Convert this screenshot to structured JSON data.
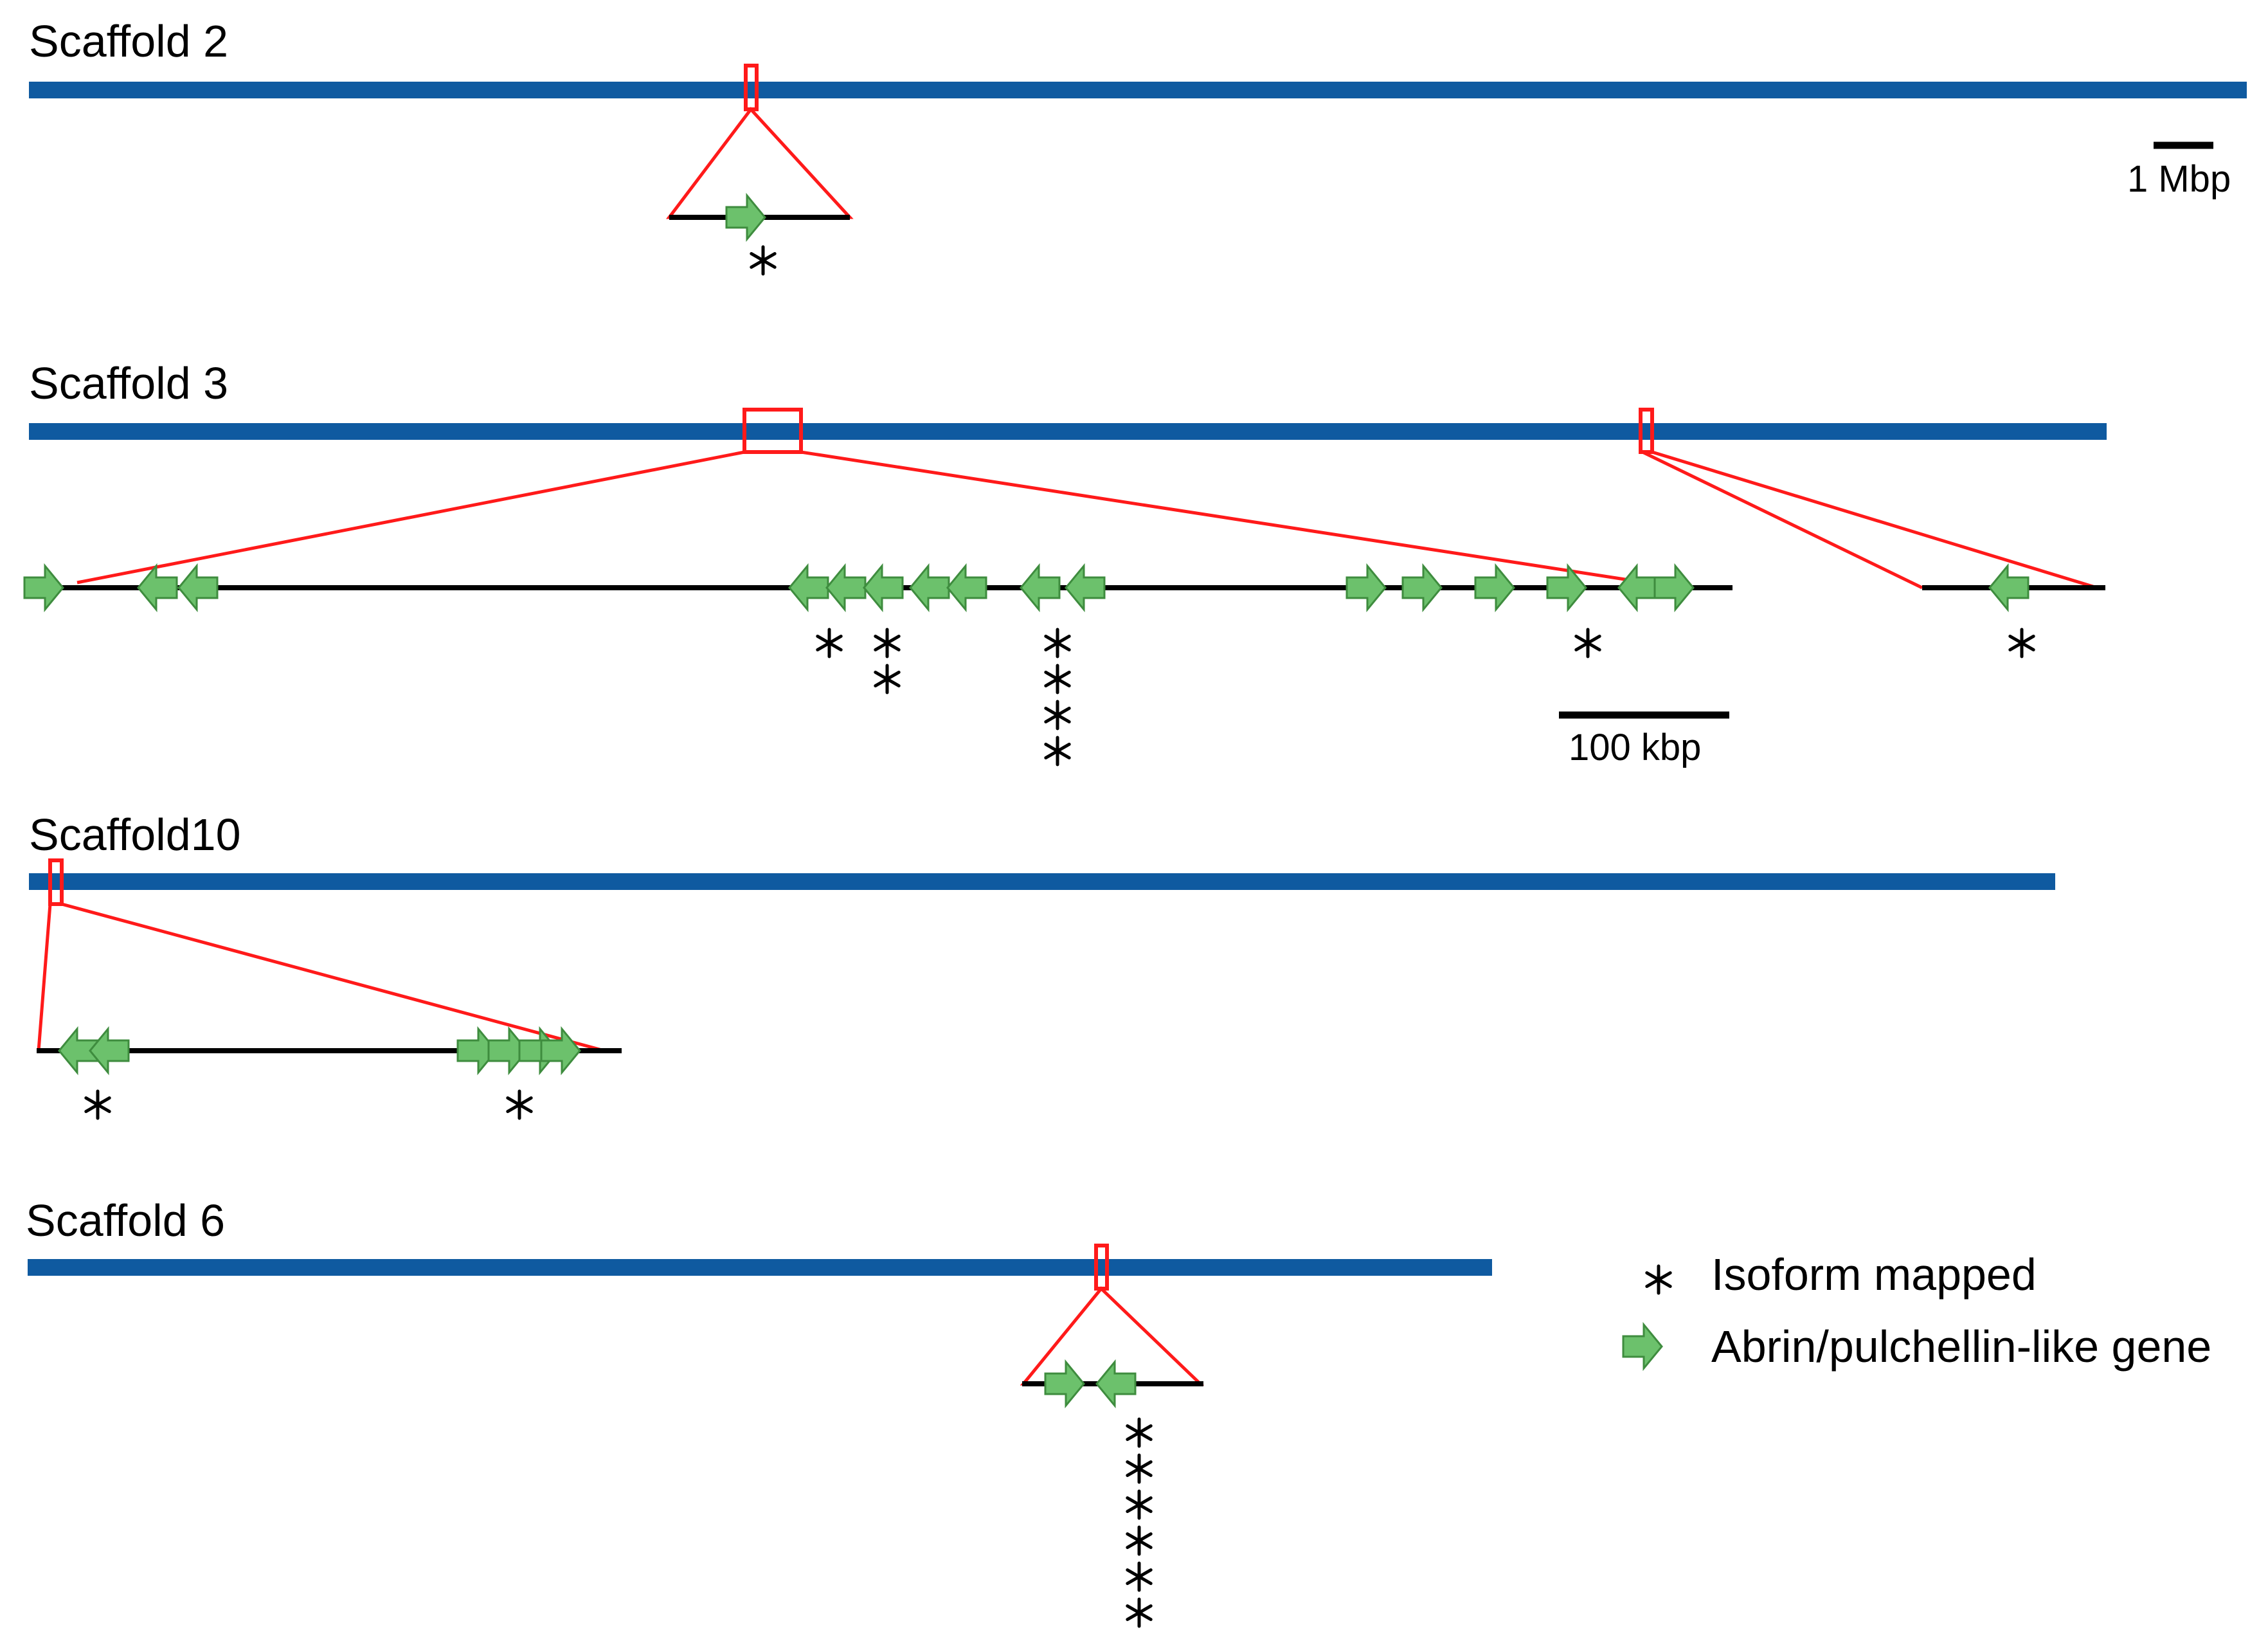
{
  "scaffolds": [
    {
      "label": "Scaffold 2"
    },
    {
      "label": "Scaffold 3"
    },
    {
      "label": "Scaffold10"
    },
    {
      "label": "Scaffold 6"
    }
  ],
  "scale_bars": {
    "chromosome": "1 Mbp",
    "zoom": "100 kbp"
  },
  "legend": {
    "isoform_label": "Isoform mapped",
    "gene_label": "Abrin/pulchellin-like gene",
    "asterisk_icon": "asterisk-icon",
    "gene_icon": "green-arrow-icon"
  },
  "colors": {
    "scaffold": "#0f5aa0",
    "highlight": "#ff1a1a",
    "gene_fill": "#6cc16c",
    "gene_stroke": "#3e8c3e",
    "line": "#000000"
  }
}
